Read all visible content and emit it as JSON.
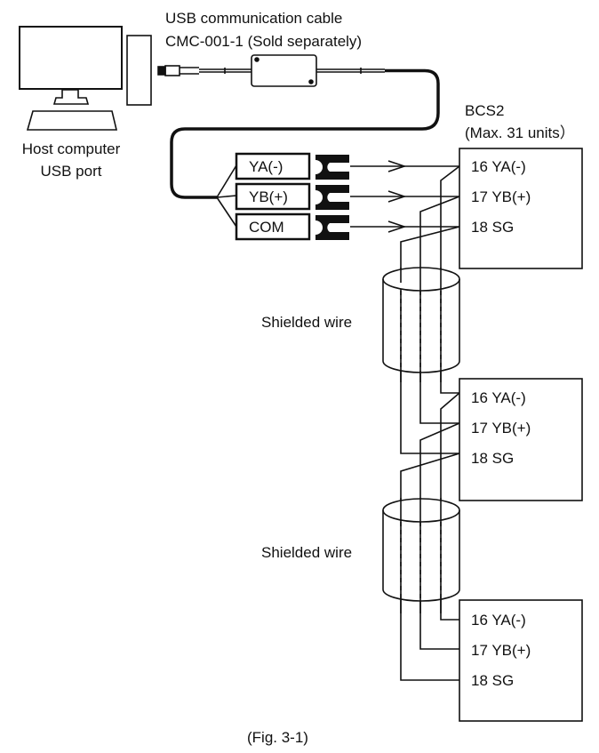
{
  "figure": {
    "caption": "(Fig. 3-1)",
    "colors": {
      "line": "#111111",
      "background": "#ffffff"
    }
  },
  "host": {
    "label_line1": "Host computer",
    "label_line2": "USB port"
  },
  "cable": {
    "label_line1": "USB communication cable",
    "label_line2": "CMC-001-1 (Sold separately)"
  },
  "leads": [
    {
      "label": "YA(-)"
    },
    {
      "label": "YB(+)"
    },
    {
      "label": "COM"
    }
  ],
  "device": {
    "name": "BCS2",
    "note": "(Max. 31 units）"
  },
  "units": [
    {
      "terminals": [
        "16 YA(-)",
        "17 YB(+)",
        "18 SG"
      ]
    },
    {
      "terminals": [
        "16 YA(-)",
        "17 YB(+)",
        "18 SG"
      ]
    },
    {
      "terminals": [
        "16 YA(-)",
        "17 YB(+)",
        "18 SG"
      ]
    }
  ],
  "shields": [
    {
      "label": "Shielded wire"
    },
    {
      "label": "Shielded wire"
    }
  ]
}
